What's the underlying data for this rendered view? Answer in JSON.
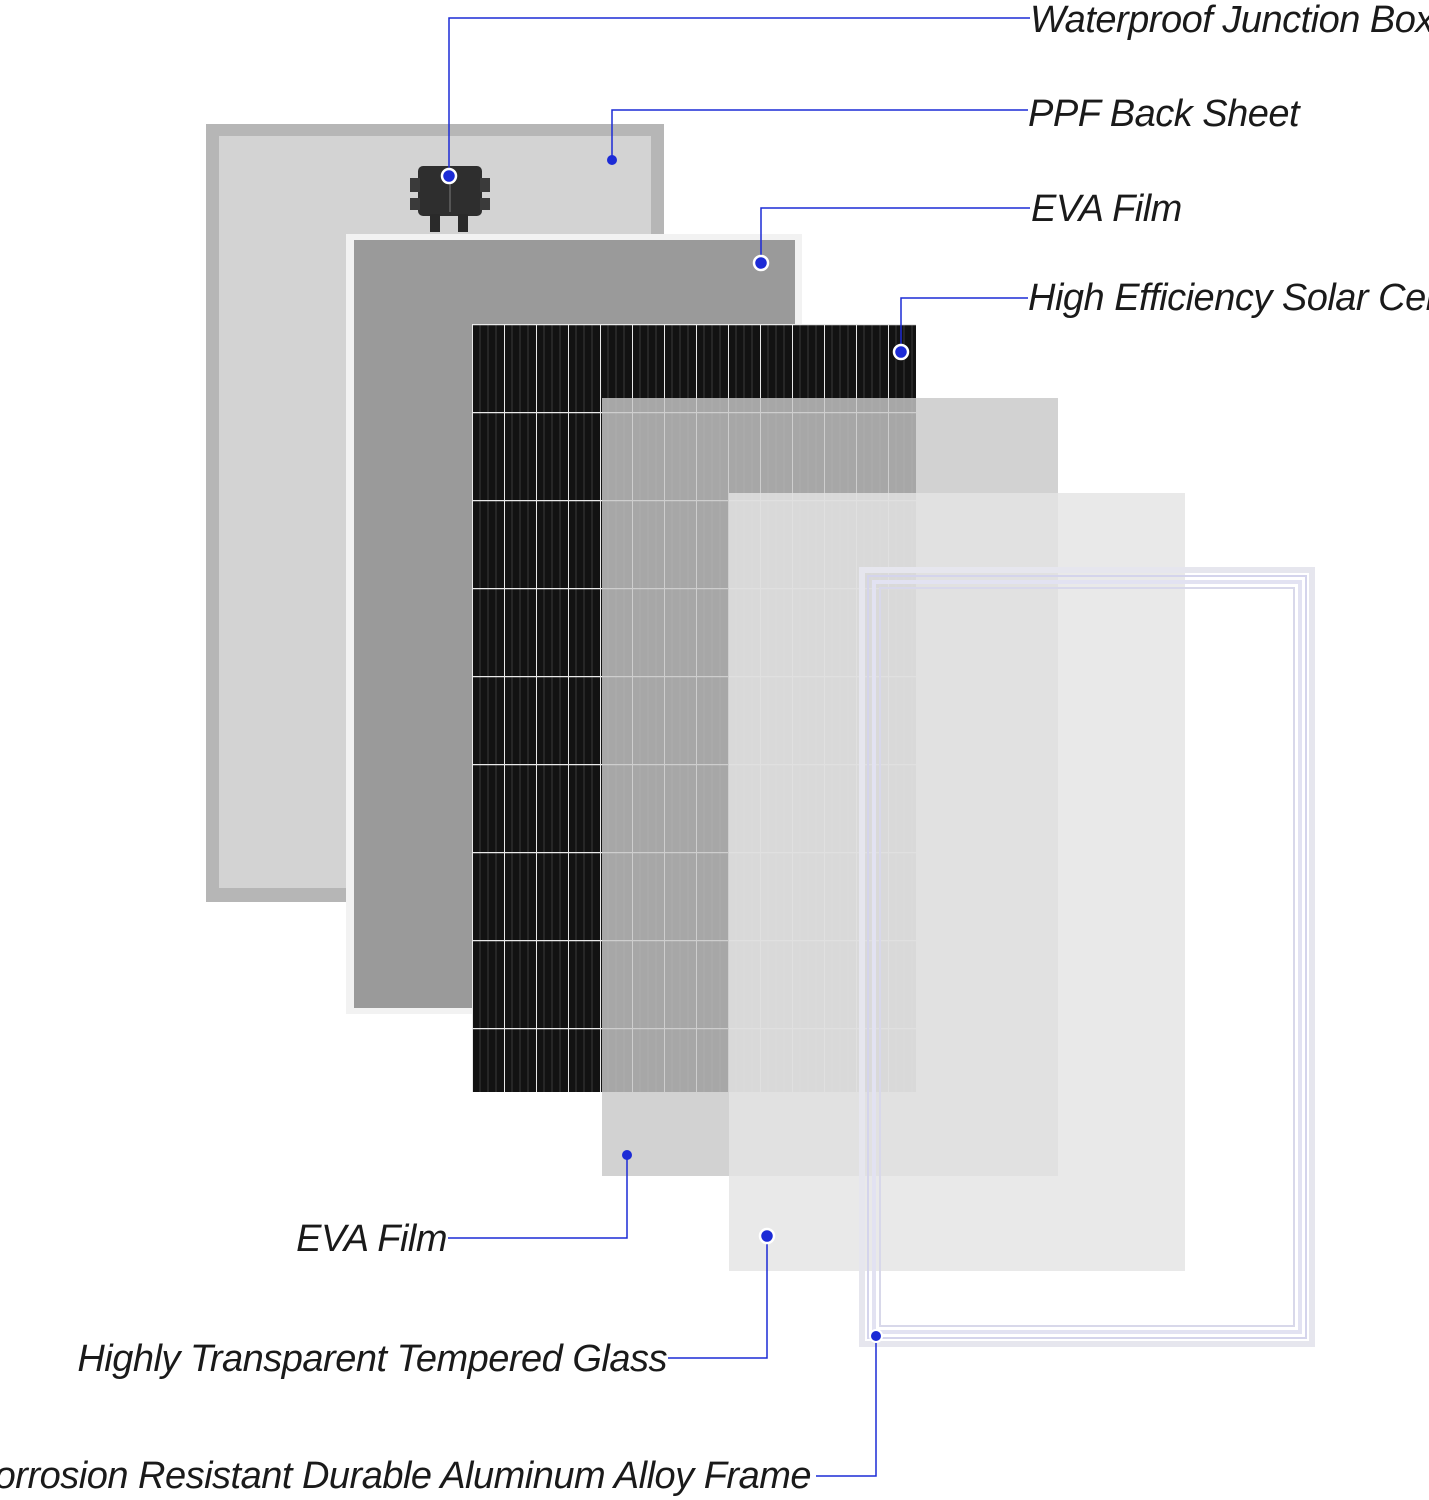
{
  "labels": {
    "junction_box": "Waterproof Junction Box",
    "back_sheet": "PPF Back Sheet",
    "eva_top": "EVA Film",
    "solar_cell": "High Efficiency Solar Cell",
    "eva_bottom": "EVA Film",
    "glass": "Highly Transparent Tempered Glass",
    "frame": "Corrosion Resistant Durable Aluminum Alloy Frame"
  },
  "colors": {
    "leader_line": "#1c2bd6",
    "back_sheet_frame": "#b4b4b4",
    "back_sheet_fill": "#d3d3d3",
    "eva_film_fill": "#9a9a9a",
    "solar_cell_fill": "#111111",
    "eva_film_2_fill": "#b9b9b9",
    "glass_fill": "#e3e3e3",
    "aluminum_frame": "#dcdcf0"
  }
}
